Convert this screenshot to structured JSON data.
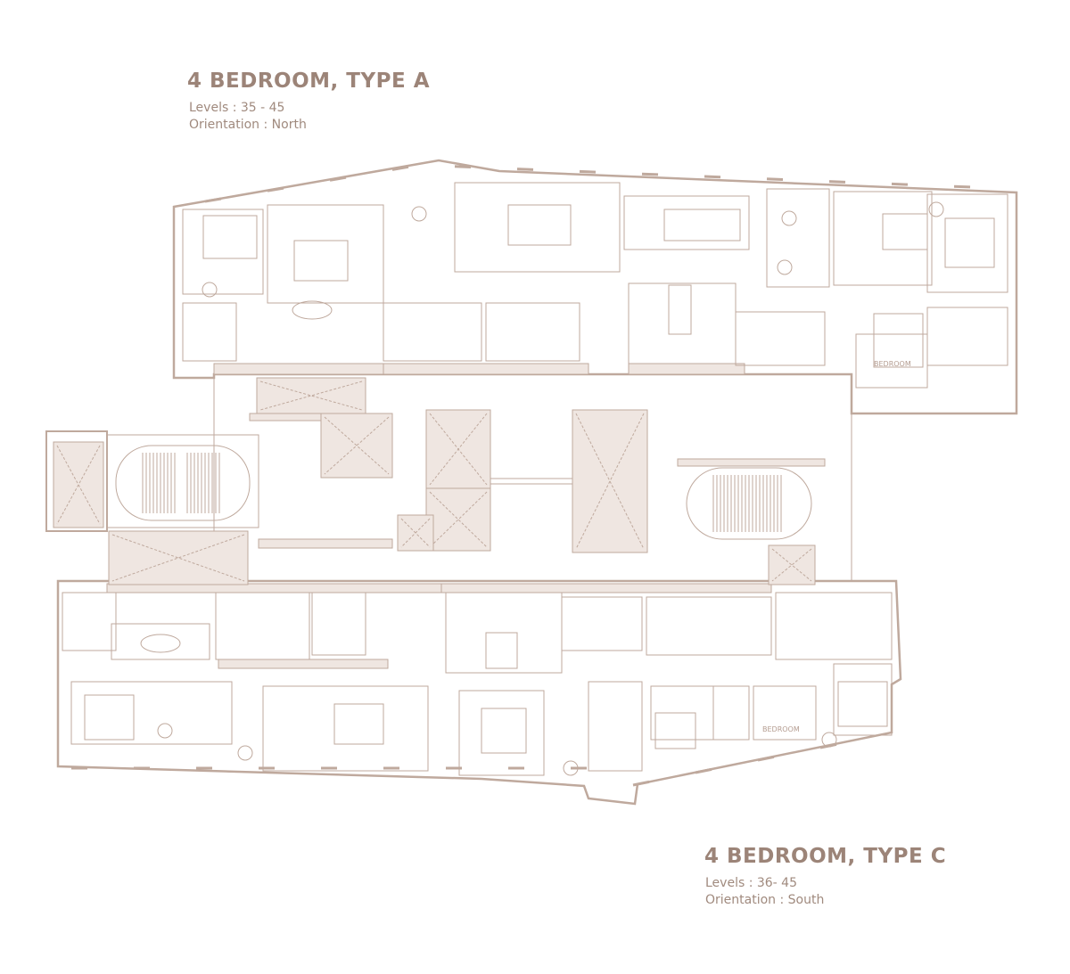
{
  "unit_a": {
    "title": "4 BEDROOM, TYPE A",
    "levels": "Levels : 35 - 45",
    "orientation": "Orientation : North"
  },
  "unit_c": {
    "title": "4 BEDROOM, TYPE C",
    "levels": "Levels : 36- 45",
    "orientation": "Orientation : South"
  },
  "plan_labels": {
    "upper_bedroom": "BEDROOM",
    "lower_bedroom": "BEDROOM"
  },
  "colors": {
    "heading": "#9c8478",
    "linework": "#bfa99d",
    "wall_fill": "#efe6e1"
  }
}
